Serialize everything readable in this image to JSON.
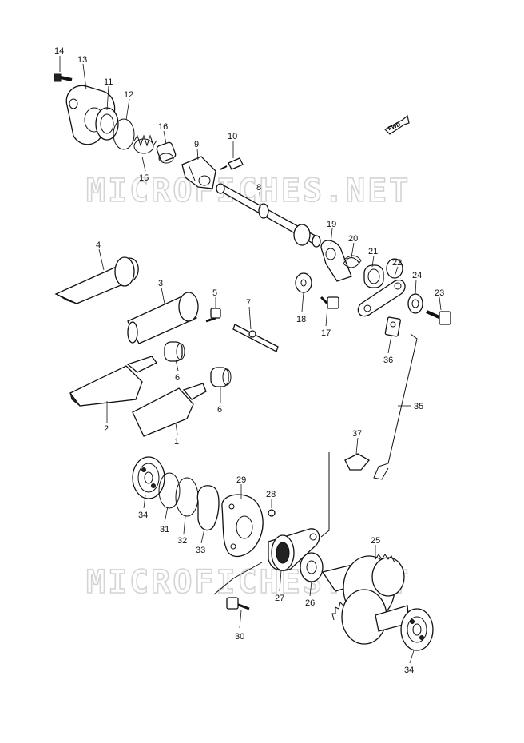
{
  "watermark": {
    "text_top": "MICROFICHES.NET",
    "text_bottom": "MICROFICHES.NET"
  },
  "fwd_label": "FWD",
  "callouts": {
    "p1": "1",
    "p2": "2",
    "p3": "3",
    "p4": "4",
    "p5": "5",
    "p6a": "6",
    "p6b": "6",
    "p7": "7",
    "p8": "8",
    "p9": "9",
    "p10": "10",
    "p11": "11",
    "p12": "12",
    "p13": "13",
    "p14": "14",
    "p15": "15",
    "p16": "16",
    "p17": "17",
    "p18": "18",
    "p19": "19",
    "p20": "20",
    "p21": "21",
    "p22": "22",
    "p23": "23",
    "p24": "24",
    "p25": "25",
    "p26": "26",
    "p27": "27",
    "p28": "28",
    "p29": "29",
    "p30": "30",
    "p31": "31",
    "p32": "32",
    "p33": "33",
    "p34a": "34",
    "p34b": "34",
    "p35": "35",
    "p36": "36",
    "p37": "37"
  }
}
